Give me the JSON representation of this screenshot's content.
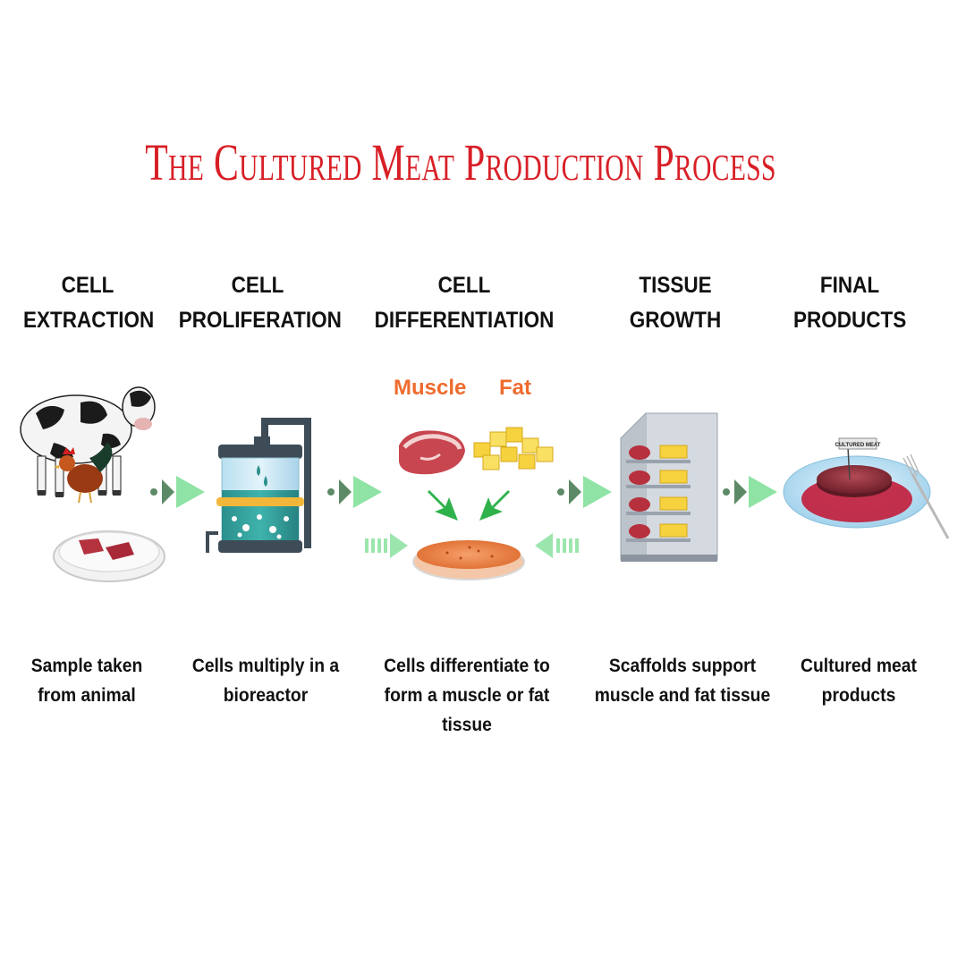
{
  "title": "The Cultured Meat Production Process",
  "stages": [
    {
      "line1": "CELL",
      "line2": "EXTRACTION",
      "desc": "Sample taken from animal"
    },
    {
      "line1": "CELL",
      "line2": "PROLIFERATION",
      "desc": "Cells multiply in a bioreactor"
    },
    {
      "line1": "CELL",
      "line2": "DIFFERENTIATION",
      "desc": "Cells differentiate to form a muscle or fat tissue"
    },
    {
      "line1": "TISSUE",
      "line2": "GROWTH",
      "desc": "Scaffolds support muscle and fat tissue"
    },
    {
      "line1": "FINAL",
      "line2": "PRODUCTS",
      "desc": "Cultured meat products"
    }
  ],
  "differentiation_labels": {
    "muscle": "Muscle",
    "fat": "Fat"
  },
  "product_flag": "CULTURED MEAT",
  "colors": {
    "title": "#d81f26",
    "sub_label": "#ef6b2d",
    "arrow_green": "#8fe3a4",
    "arrow_dark": "#5d8a66"
  }
}
